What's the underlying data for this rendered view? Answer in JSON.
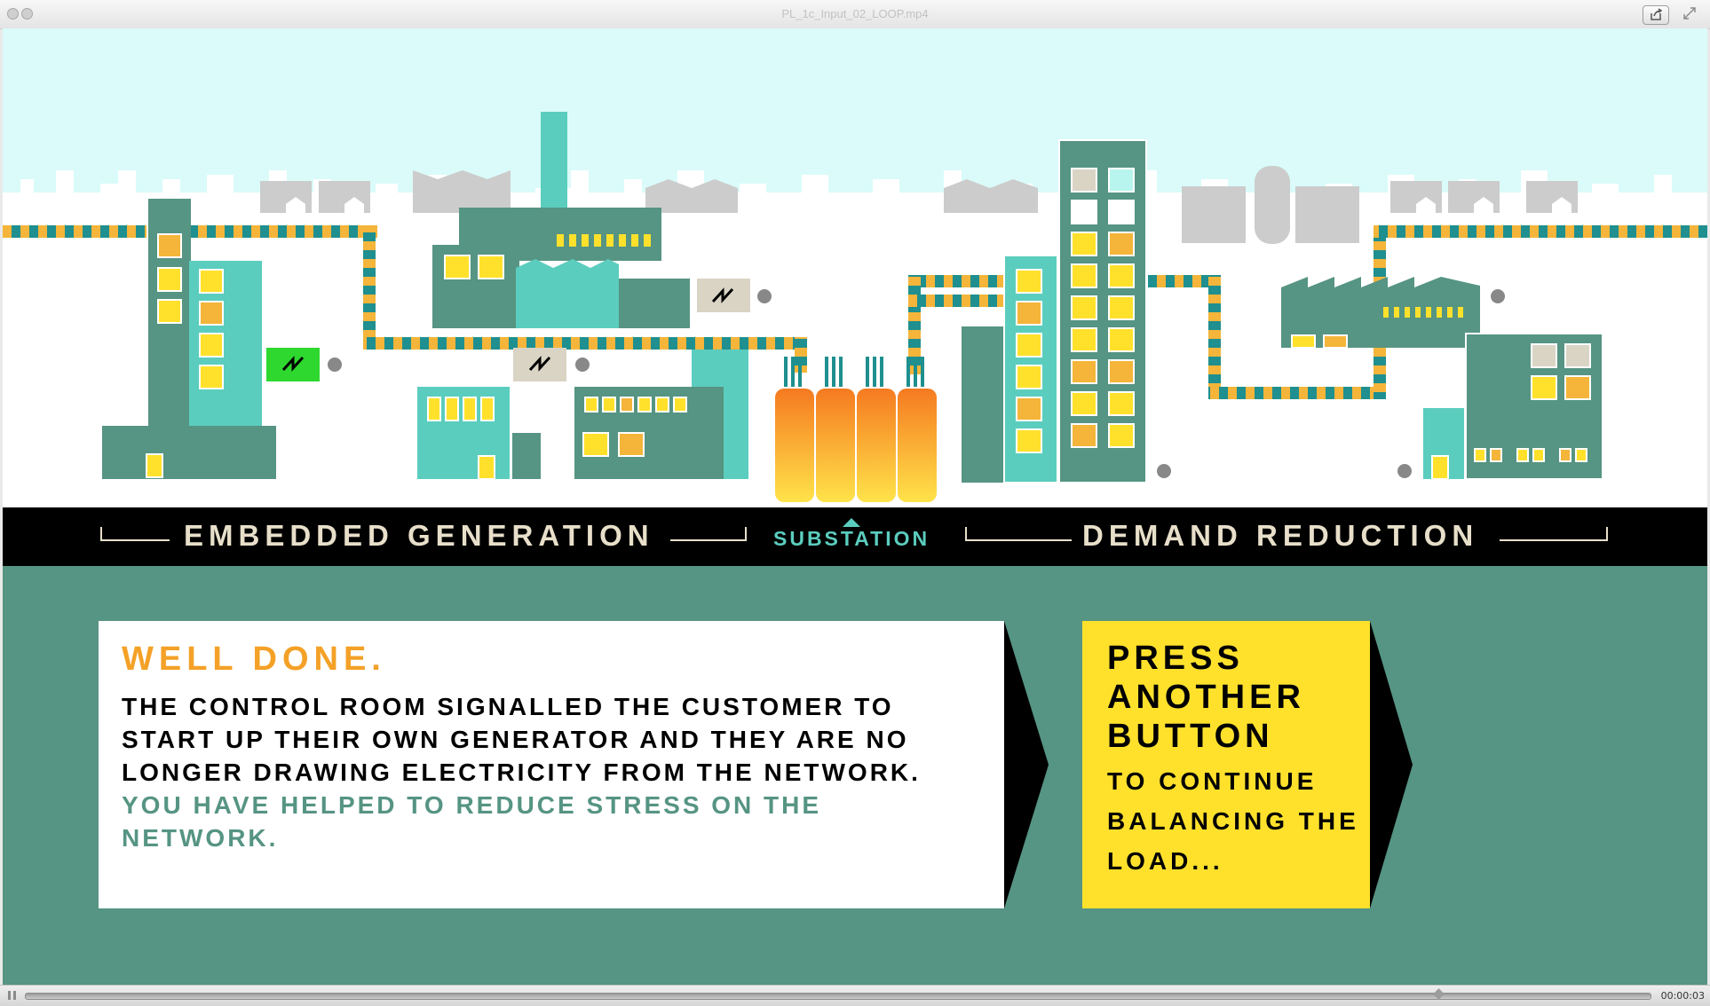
{
  "window": {
    "title": "PL_1c_Input_02_LOOP.mp4",
    "share_icon": "share-icon",
    "fullscreen_icon": "fullscreen-icon"
  },
  "band": {
    "embedded_generation": "EMBEDDED GENERATION",
    "substation": "SUBSTATION",
    "demand_reduction": "DEMAND REDUCTION"
  },
  "message": {
    "title": "WELL DONE.",
    "body": "THE CONTROL ROOM SIGNALLED THE CUSTOMER TO START UP THEIR OWN GENERATOR AND THEY ARE NO LONGER DRAWING ELECTRICITY FROM THE NETWORK.",
    "highlight": "YOU HAVE HELPED TO REDUCE STRESS ON THE NETWORK."
  },
  "prompt": {
    "title": "PRESS ANOTHER BUTTON",
    "subtitle": "TO CONTINUE BALANCING THE LOAD..."
  },
  "player": {
    "time": "00:00:03",
    "progress": 0.87
  },
  "colors": {
    "sky": "#dafbf9",
    "teal_dark": "#569483",
    "teal_light": "#5bcdbe",
    "orange": "#f4a127",
    "yellow": "#ffe12c",
    "active_generator": "#2ed82f"
  }
}
